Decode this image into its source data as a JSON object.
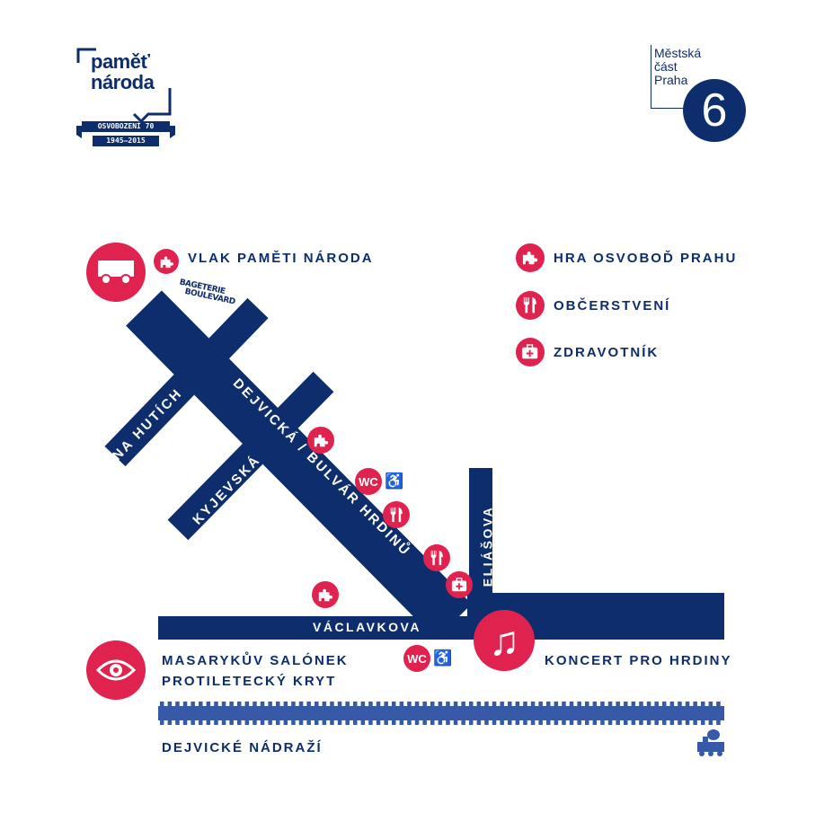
{
  "logos": {
    "pamet": {
      "line1": "paměť",
      "line2": "národa",
      "ribbon1": "OSVOBOZENÍ 70",
      "ribbon2": "1945–2015"
    },
    "praha6": {
      "line1": "Městská",
      "line2": "část",
      "line3": "Praha",
      "number": "6"
    }
  },
  "colors": {
    "navy": "#0d2d6c",
    "red": "#e0224e",
    "rail": "#3659a8"
  },
  "legend": [
    {
      "icon": "puzzle-icon",
      "label": "HRA OSVOBOĎ PRAHU"
    },
    {
      "icon": "fork-knife-icon",
      "label": "OBČERSTVENÍ"
    },
    {
      "icon": "first-aid-icon",
      "label": "ZDRAVOTNÍK"
    }
  ],
  "places": {
    "train": "VLAK PAMĚTI NÁRODA",
    "bageterie1": "BAGETERIE",
    "bageterie2": "BOULEVARD",
    "salonek1": "MASARYKŮV SALÓNEK",
    "salonek2": "PROTILETECKÝ KRYT",
    "koncert": "KONCERT PRO HRDINY",
    "nadrazi": "DEJVICKÉ NÁDRAŽÍ",
    "wc": "WC"
  },
  "streets": {
    "na_hutich": "NA HUTÍCH",
    "kyjevska": "KYJEVSKÁ",
    "dejvicka": "DEJVICKÁ / BULVÁR HRDINŮ",
    "vaclavkova": "VÁCLAVKOVA",
    "eliasova": "ELIÁŠOVA"
  }
}
